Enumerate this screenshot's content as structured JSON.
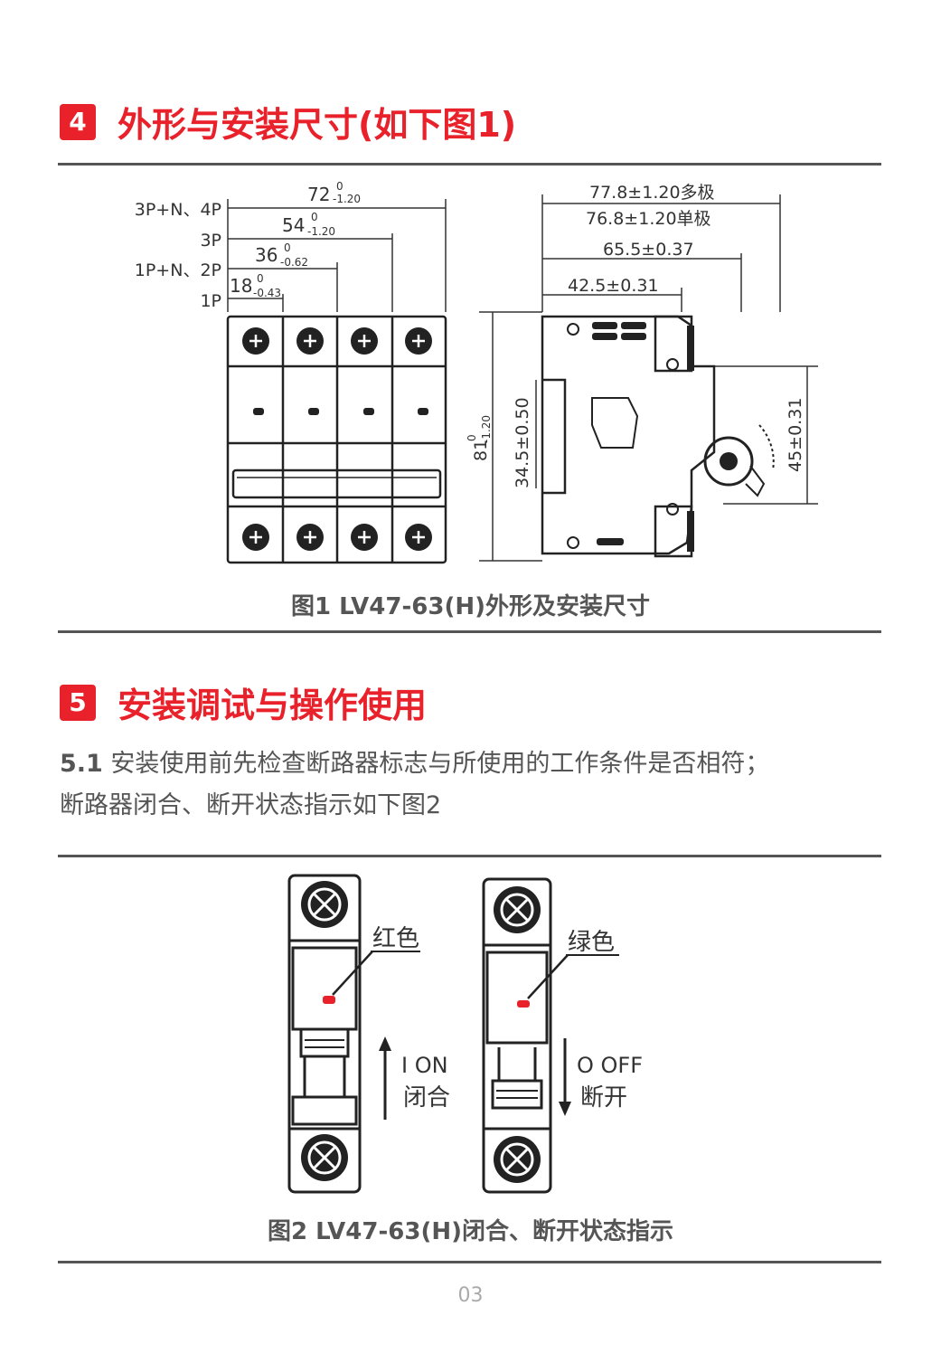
{
  "section4": {
    "number": "4",
    "title": "外形与安装尺寸(如下图1)"
  },
  "figure1": {
    "pole_labels": [
      "3P+N、4P",
      "3P",
      "1P+N、2P",
      "1P"
    ],
    "width_dims": [
      {
        "main": "72",
        "sup": "0",
        "sub": "-1.20"
      },
      {
        "main": "54",
        "sup": "0",
        "sub": "-1.20"
      },
      {
        "main": "36",
        "sup": "0",
        "sub": "-0.62"
      },
      {
        "main": "18",
        "sup": "0",
        "sub": "-0.43"
      }
    ],
    "side_dims": [
      "77.8±1.20多极",
      "76.8±1.20单极",
      "65.5±0.37",
      "42.5±0.31"
    ],
    "height_dim": {
      "main": "81",
      "sup": "0",
      "sub": "-1.20"
    },
    "rail_dim": "34.5±0.50",
    "right_dim": "45±0.31",
    "caption": "图1  LV47-63(H)外形及安装尺寸"
  },
  "section5": {
    "number": "5",
    "title": "安装调试与操作使用"
  },
  "para": {
    "lead": "5.1",
    "line1": " 安装使用前先检查断路器标志与所使用的工作条件是否相符；",
    "line2": "断路器闭合、断开状态指示如下图2"
  },
  "figure2": {
    "left_color_label": "红色",
    "right_color_label": "绿色",
    "on_label": "I ON",
    "on_cn": "闭合",
    "off_label": "O OFF",
    "off_cn": "断开",
    "red": "#e8212b",
    "caption": "图2  LV47-63(H)闭合、断开状态指示"
  },
  "page_number": "03"
}
